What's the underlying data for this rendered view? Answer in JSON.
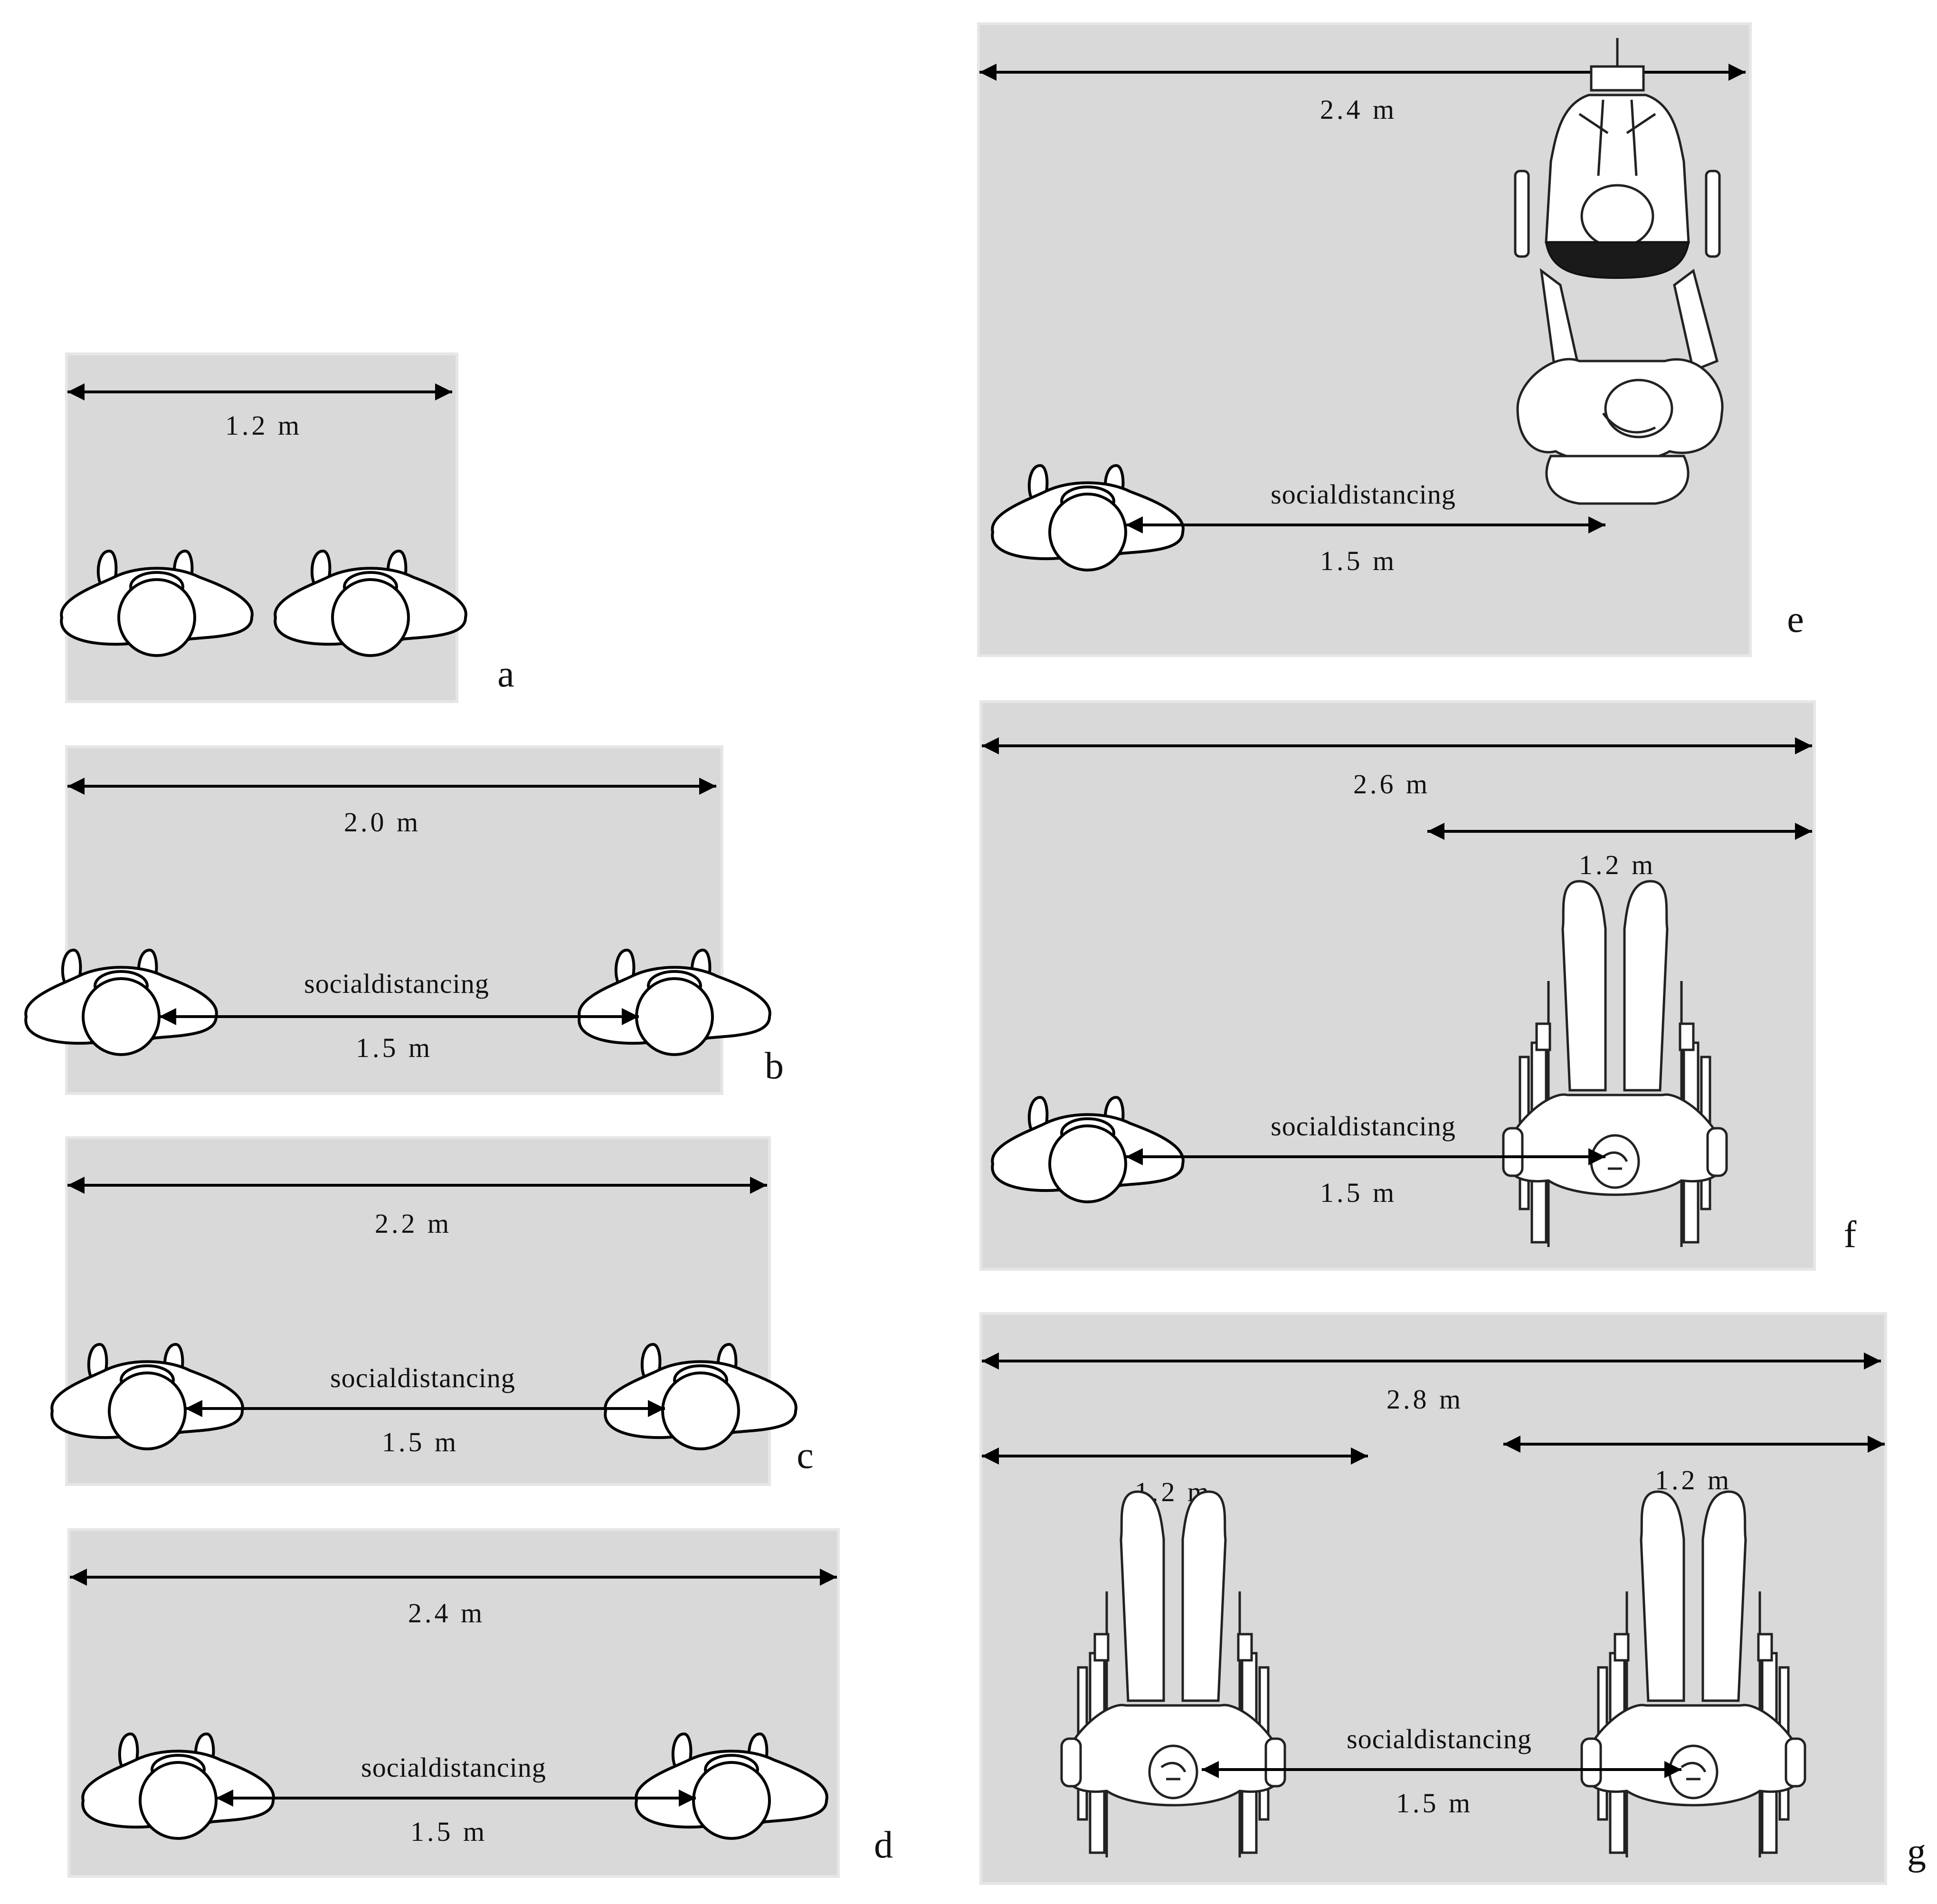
{
  "panels": {
    "a": {
      "letter": "a",
      "width_label": "1.2 m"
    },
    "b": {
      "letter": "b",
      "width_label": "2.0 m",
      "social_label": "socialdistancing",
      "distance_label": "1.5 m"
    },
    "c": {
      "letter": "c",
      "width_label": "2.2 m",
      "social_label": "socialdistancing",
      "distance_label": "1.5 m"
    },
    "d": {
      "letter": "d",
      "width_label": "2.4 m",
      "social_label": "socialdistancing",
      "distance_label": "1.5 m"
    },
    "e": {
      "letter": "e",
      "width_label": "2.4 m",
      "social_label": "socialdistancing",
      "distance_label": "1.5 m"
    },
    "f": {
      "letter": "f",
      "width_label": "2.6 m",
      "wheelchair_label": "1.2 m",
      "social_label": "socialdistancing",
      "distance_label": "1.5 m"
    },
    "g": {
      "letter": "g",
      "width_label": "2.8 m",
      "wheelchair_left_label": "1.2 m",
      "wheelchair_right_label": "1.2 m",
      "social_label": "socialdistancing",
      "distance_label": "1.5 m"
    }
  },
  "icons": {
    "person": "person-top-view-icon",
    "wheelchair_user": "wheelchair-user-top-view-icon",
    "wheelchair_pushed": "pushed-wheelchair-top-view-icon"
  }
}
